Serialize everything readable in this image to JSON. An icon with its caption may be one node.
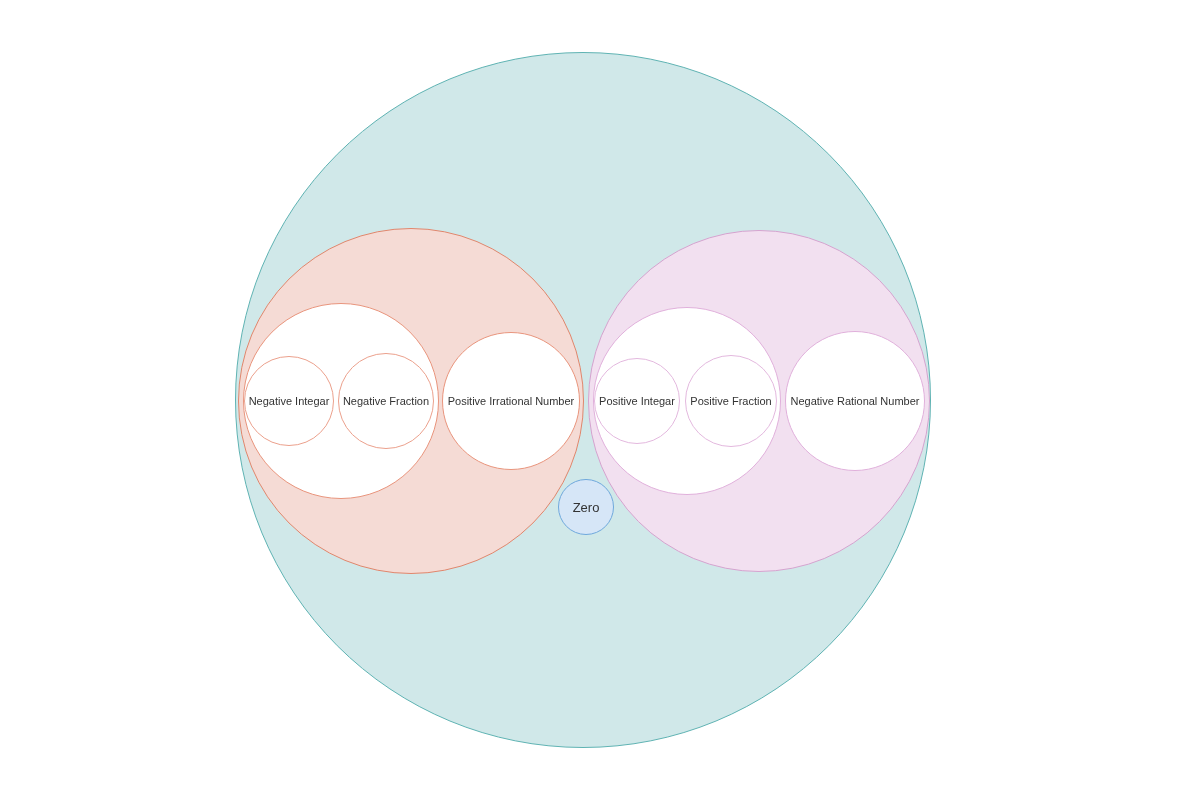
{
  "diagram": {
    "nodes": [
      {
        "text": [],
        "shape": "circle"
      },
      {
        "text": [],
        "shape": "circle",
        "in": 0
      },
      {
        "text": [],
        "shape": "circle",
        "in": 1
      },
      {
        "text": [
          "Negative Integar"
        ],
        "in": 2
      },
      {
        "text": [
          "Negative Fraction"
        ],
        "in": 2
      },
      {
        "text": [
          "Positive Irrational Number"
        ],
        "in": 1
      },
      {
        "text": [],
        "shape": "circle",
        "in": 0
      },
      {
        "text": [],
        "shape": "circle",
        "in": 6
      },
      {
        "text": [
          "Positive Integar"
        ],
        "in": 7
      },
      {
        "text": [
          "Positive Fraction"
        ],
        "in": 7
      },
      {
        "text": [
          "Negative Rational Number"
        ],
        "in": 6
      },
      {
        "text": [
          "Zero"
        ],
        "in": 0
      }
    ]
  }
}
